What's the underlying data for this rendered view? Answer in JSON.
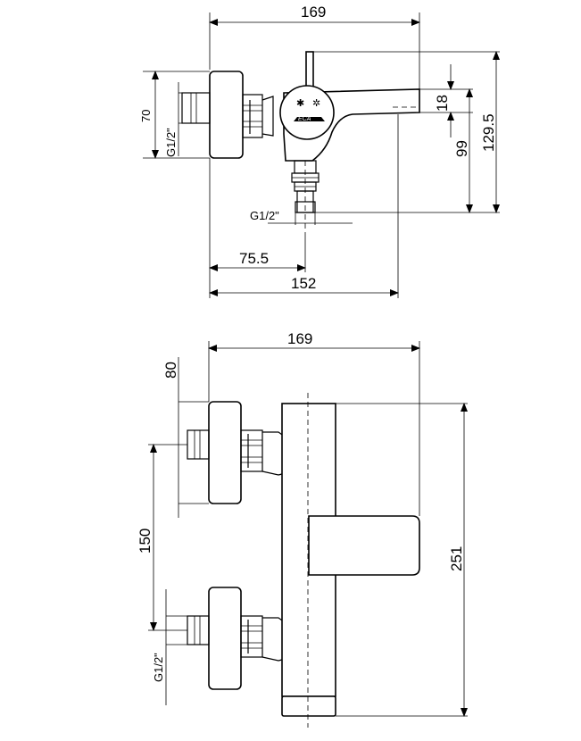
{
  "top_view": {
    "width_overall": "169",
    "height_70": "70",
    "thread_left": "G1/2\"",
    "dim_18": "18",
    "dim_99": "99",
    "dim_129_5": "129.5",
    "thread_bottom": "G1/2\"",
    "dim_75_5": "75.5",
    "dim_152": "152"
  },
  "front_view": {
    "width_overall": "169",
    "height_80": "80",
    "spacing_150": "150",
    "height_251": "251",
    "thread": "G1/2\""
  }
}
